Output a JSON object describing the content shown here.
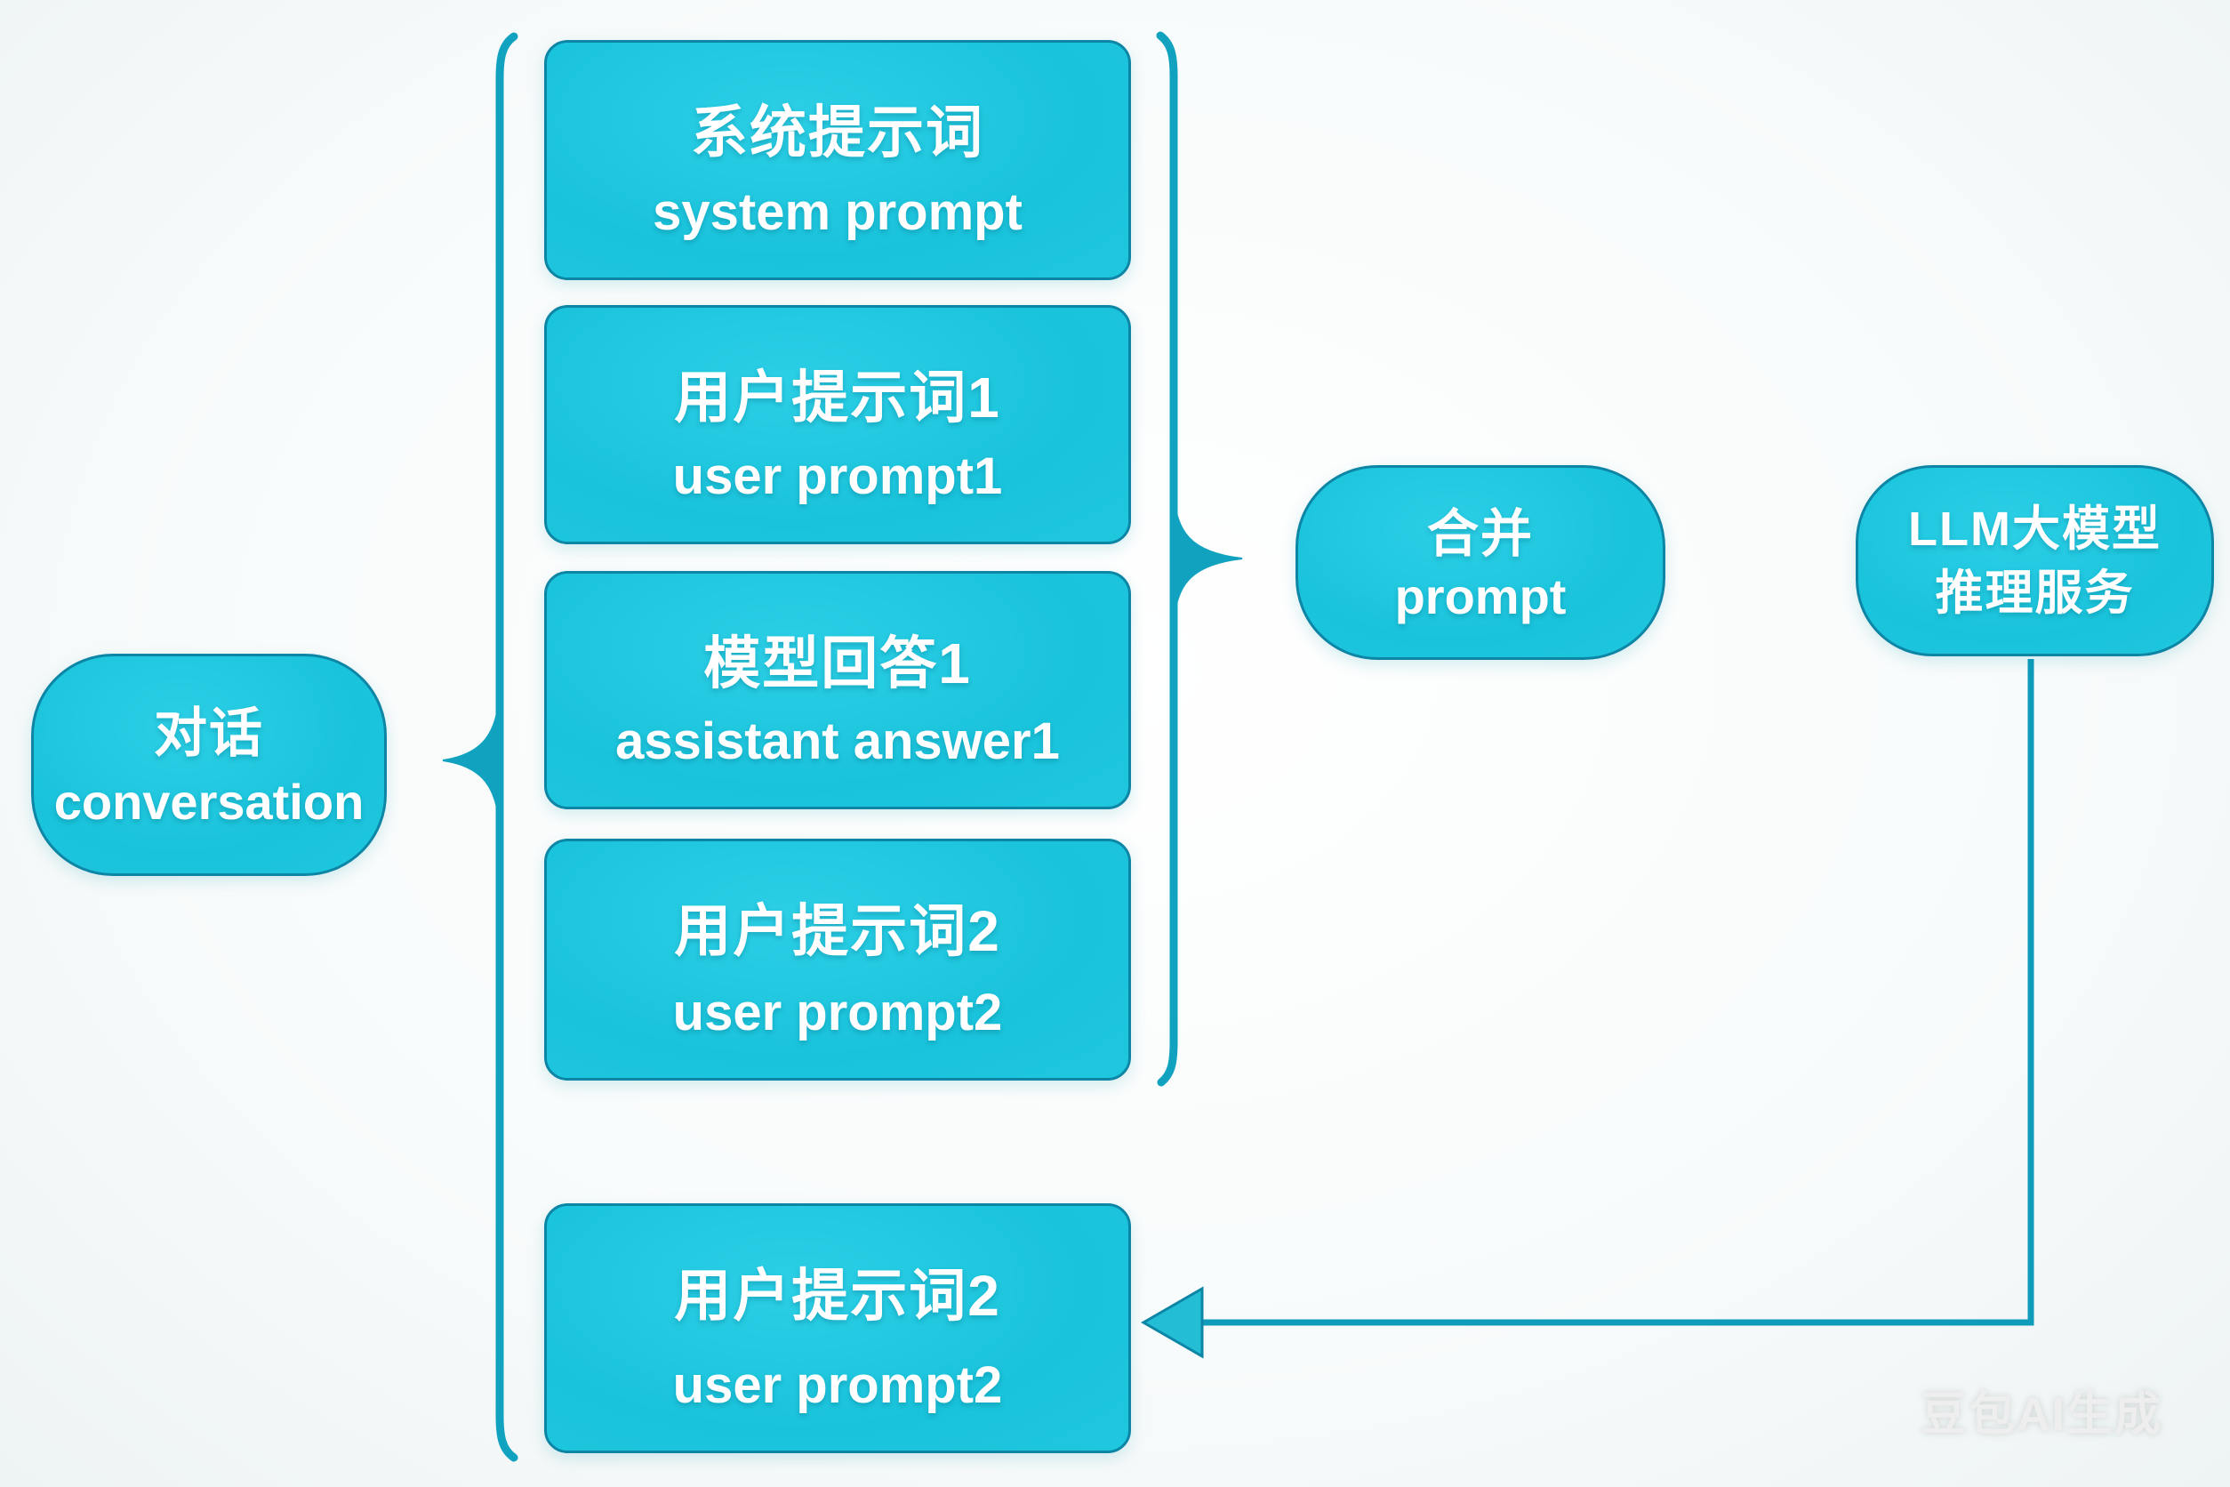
{
  "conversation_node": {
    "label_zh": "对话",
    "label_en": "conversation"
  },
  "message_stack": {
    "boxes": [
      {
        "label_zh": "系统提示词",
        "label_en": "system prompt"
      },
      {
        "label_zh": "用户提示词1",
        "label_en": "user prompt1"
      },
      {
        "label_zh": "模型回答1",
        "label_en": "assistant answer1"
      },
      {
        "label_zh": "用户提示词2",
        "label_en": "user prompt2"
      }
    ]
  },
  "new_user_prompt_box": {
    "label_zh": "用户提示词2",
    "label_en": "user prompt2"
  },
  "merged_prompt_node": {
    "label_zh": "合并",
    "label_en": "prompt"
  },
  "llm_service_node": {
    "label_line1": "LLM大模型",
    "label_line2": "推理服务"
  },
  "watermark": "豆包AI生成",
  "colors": {
    "node_fill": "#1cc5dd",
    "node_border": "#0d86a6",
    "connector": "#11a2c0",
    "text": "#ffffff",
    "background": "#f8fbfb",
    "watermark": "#eeeeee"
  }
}
